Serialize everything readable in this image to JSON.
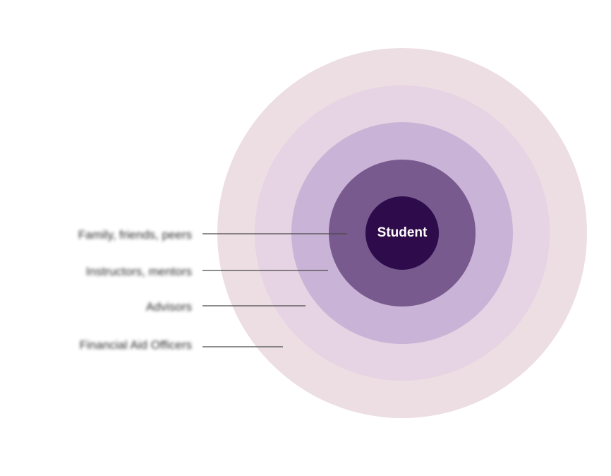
{
  "diagram": {
    "center_label": "Student",
    "rings": [
      {
        "id": "ring-outer",
        "color": "#ecdee3"
      },
      {
        "id": "ring-3",
        "color": "#e6d3e3"
      },
      {
        "id": "ring-2",
        "color": "#c9b3d6"
      },
      {
        "id": "ring-1",
        "color": "#785a8e"
      },
      {
        "id": "core",
        "color": "#2e0b4b"
      }
    ],
    "labels": [
      {
        "text": "Family, friends, peers"
      },
      {
        "text": "Instructors, mentors"
      },
      {
        "text": "Advisors"
      },
      {
        "text": "Financial Aid Officers"
      }
    ]
  }
}
